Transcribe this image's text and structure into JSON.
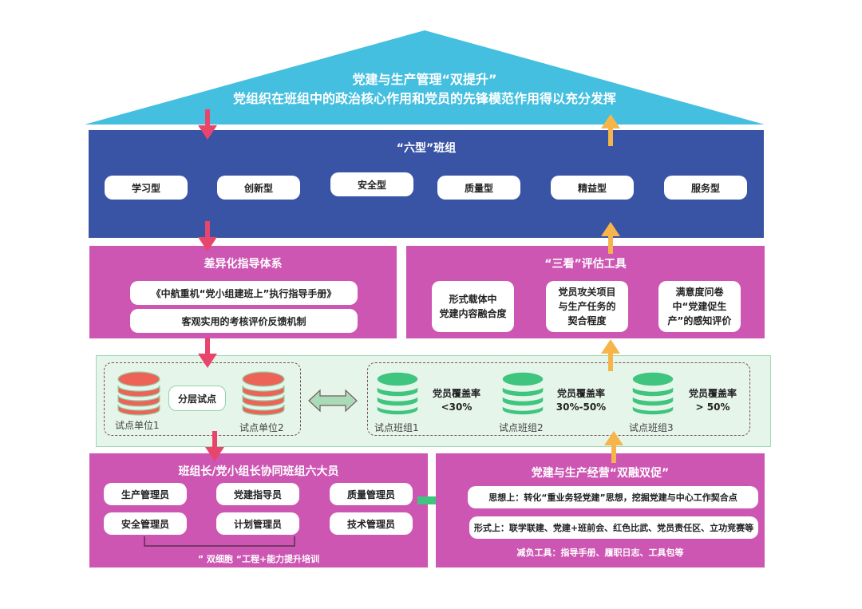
{
  "roof": {
    "title": "党建与生产管理“双提升”",
    "subtitle": "党组织在班组中的政治核心作用和党员的先锋模范作用得以充分发挥"
  },
  "six_types": {
    "title": "“六型”班组",
    "items": [
      "学习型",
      "创新型",
      "安全型",
      "质量型",
      "精益型",
      "服务型"
    ]
  },
  "guidance": {
    "title": "差异化指导体系",
    "items": [
      "《中航重机“党小组建班上”执行指导手册》",
      "客观实用的考核评价反馈机制"
    ]
  },
  "evaluation": {
    "title": "“三看”评估工具",
    "items": [
      [
        "形式载体中",
        "党建内容融合度"
      ],
      [
        "党员攻关项目",
        "与生产任务的",
        "契合程度"
      ],
      [
        "满意度问卷",
        "中“党建促生",
        "产”的感知评价"
      ]
    ]
  },
  "pilot": {
    "units": [
      "试点单位1",
      "试点单位2"
    ],
    "center_label": "分层试点",
    "teams": [
      "试点班组1",
      "试点班组2",
      "试点班组3"
    ],
    "coverage_label": "党员覆盖率",
    "coverage_values": [
      "<30%",
      "30%-50%",
      "> 50%"
    ]
  },
  "roles": {
    "title": "班组长/党小组长协同班组六大员",
    "items": [
      "生产管理员",
      "党建指导员",
      "质量管理员",
      "安全管理员",
      "计划管理员",
      "技术管理员"
    ],
    "note": "” 双细胞 “工程+能力提升培训"
  },
  "integration": {
    "title": "党建与生产经营“双融双促”",
    "items": [
      "思想上：转化“重业务轻党建”思想，挖掘党建与中心工作契合点",
      "形式上：联学联建、党建+班前会、红色比武、党员责任区、立功竞赛等"
    ],
    "note": "减负工具：指导手册、履职日志、工具包等"
  },
  "colors": {
    "roof": "#45bfe0",
    "blue_band": "#3953a5",
    "magenta": "#cd56b3",
    "green_band": "#e6f5ea",
    "arrow_down": "#e8456c",
    "arrow_up": "#f5b54a",
    "db_red": "#ee6358",
    "db_green": "#3fc57e"
  }
}
